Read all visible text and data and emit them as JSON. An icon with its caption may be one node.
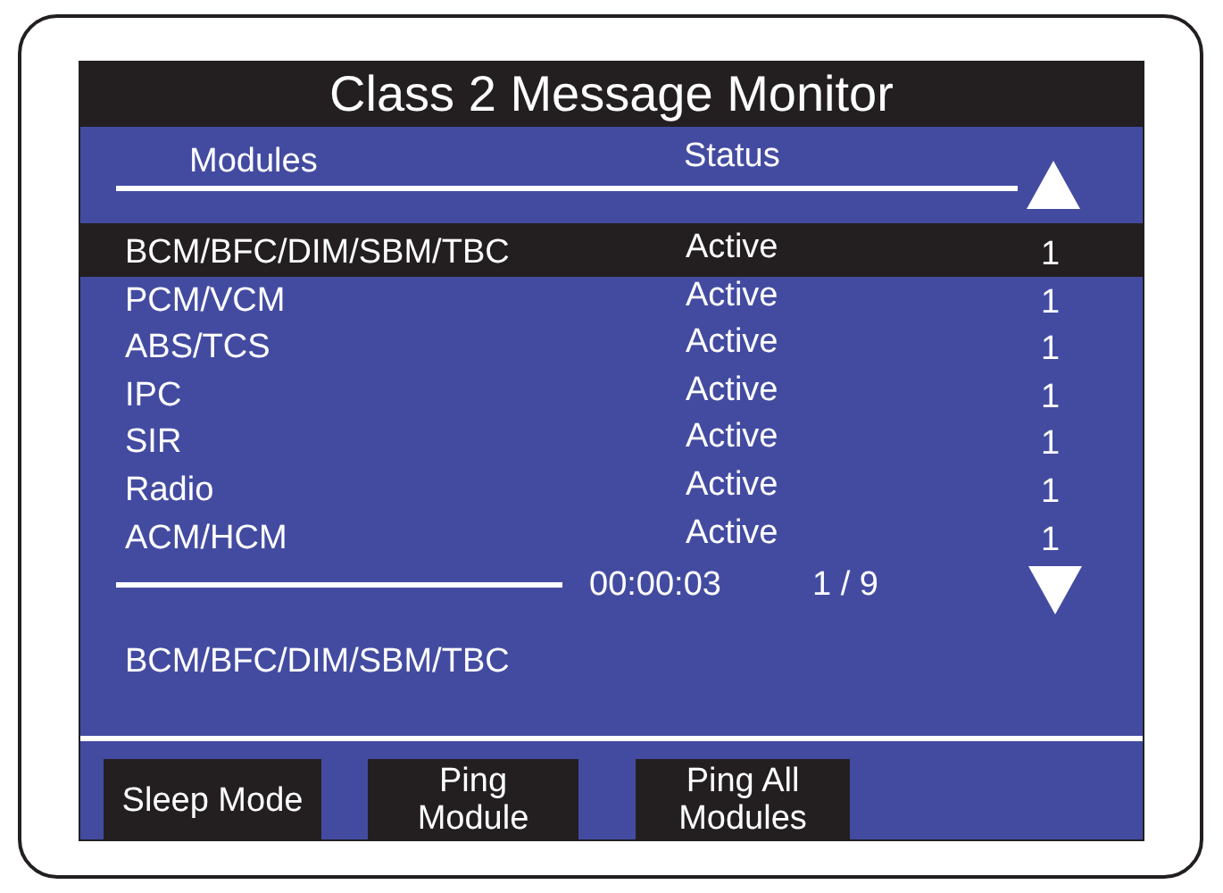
{
  "diagram": {
    "title": "Class 2 Message Monitor",
    "nodes": [
      {
        "text": [
          "Sleep Mode"
        ]
      },
      {
        "text": [
          "Ping Module"
        ]
      },
      {
        "text": [
          "Ping All Modules"
        ]
      }
    ],
    "labels": [
      "Modules",
      "Status",
      "BCM/BFC/DIM/SBM/TBC",
      "Active",
      "1",
      "PCM/VCM",
      "Active",
      "1",
      "ABS/TCS",
      "Active",
      "1",
      "IPC",
      "Active",
      "1",
      "SIR",
      "Active",
      "1",
      "Radio",
      "Active",
      "1",
      "ACM/HCM",
      "Active",
      "1",
      "00:00:03",
      "1 / 9",
      "BCM/BFC/DIM/SBM/TBC"
    ]
  }
}
